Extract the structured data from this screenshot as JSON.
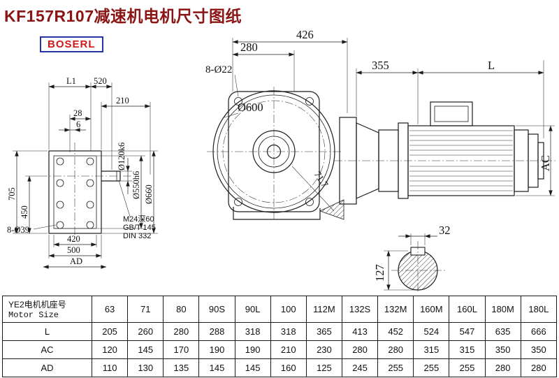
{
  "title": "KF157R107减速机电机尺寸图纸",
  "logo": "BOSERL",
  "colors": {
    "title": "#8b1515",
    "logo_text": "#cf1719",
    "logo_border": "#2433a6",
    "line": "#1c1c1c"
  },
  "drawing": {
    "front_view": {
      "dim_280": "280",
      "dim_426": "426",
      "label_8xd22": "8-Ø22",
      "label_d600": "Ø600",
      "dim_71_7": "71.7"
    },
    "side_view": {
      "dim_L1": "L1",
      "dim_520": "520",
      "dim_210": "210",
      "dim_28": "28",
      "dim_6": "6",
      "dim_d120k6": "Ø120k6",
      "dim_d550h6": "Ø550h6",
      "dim_d660": "Ø660",
      "dim_705": "705",
      "dim_450": "450",
      "dim_420": "420",
      "dim_500": "500",
      "dim_AD": "AD",
      "label_8xd39": "8-Ø39",
      "note_thread": "M24深60",
      "note_standard_1": "GB/T 145",
      "note_standard_2": "DIN 332"
    },
    "motor_view": {
      "dim_355": "355",
      "dim_L": "L",
      "dim_AC": "AC"
    },
    "shaft_section": {
      "dim_32": "32",
      "dim_127": "127"
    }
  },
  "table": {
    "row_header_cn": "YE2电机机座号",
    "row_header_en": "Motor Size",
    "columns": [
      "63",
      "71",
      "80",
      "90S",
      "90L",
      "100",
      "112M",
      "132S",
      "132M",
      "160M",
      "160L",
      "180M",
      "180L"
    ],
    "rows": [
      {
        "label": "L",
        "values": [
          "205",
          "260",
          "280",
          "288",
          "318",
          "318",
          "365",
          "413",
          "452",
          "524",
          "547",
          "635",
          "666"
        ]
      },
      {
        "label": "AC",
        "values": [
          "120",
          "145",
          "170",
          "190",
          "190",
          "210",
          "230",
          "280",
          "280",
          "315",
          "315",
          "350",
          "350"
        ]
      },
      {
        "label": "AD",
        "values": [
          "110",
          "130",
          "135",
          "145",
          "145",
          "160",
          "125",
          "245",
          "255",
          "255",
          "255",
          "280",
          "280"
        ]
      }
    ]
  }
}
